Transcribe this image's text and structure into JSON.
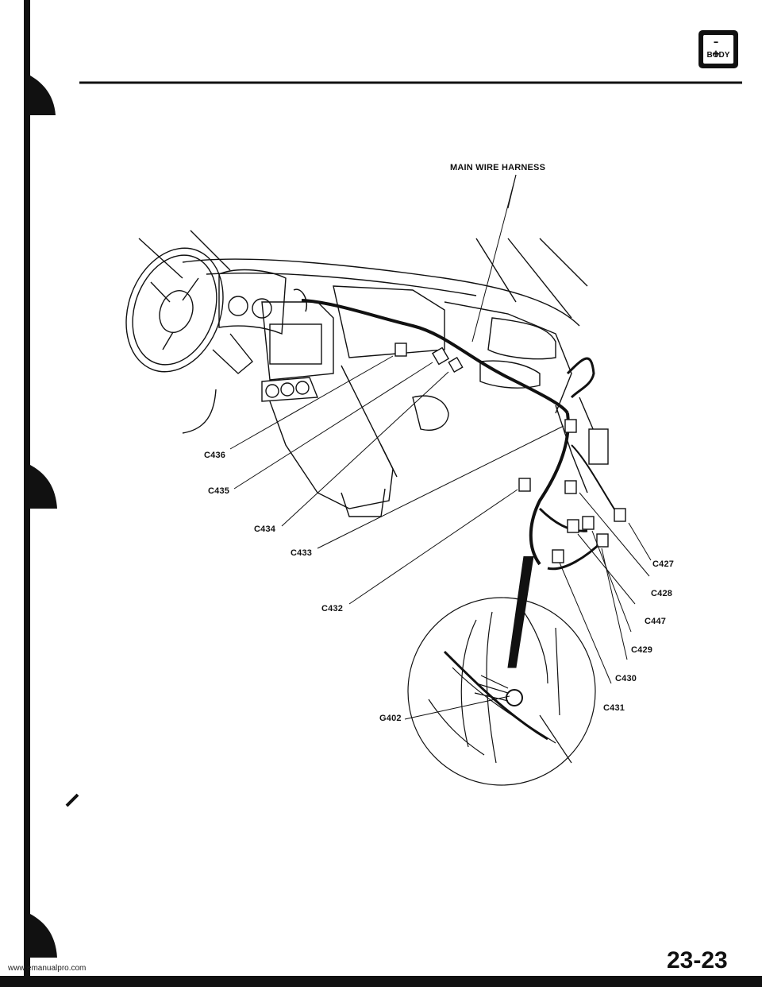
{
  "header": {
    "badge_signs": "– +",
    "badge_label": "BODY"
  },
  "diagram": {
    "main_label": "MAIN WIRE HARNESS",
    "connectors": {
      "c436": "C436",
      "c435": "C435",
      "c434": "C434",
      "c433": "C433",
      "c432": "C432",
      "c427": "C427",
      "c428": "C428",
      "c447": "C447",
      "c429": "C429",
      "c430": "C430",
      "c431": "C431"
    },
    "ground": "G402"
  },
  "footer": {
    "url": "www.emanualpro.com",
    "page_number": "23-23"
  }
}
